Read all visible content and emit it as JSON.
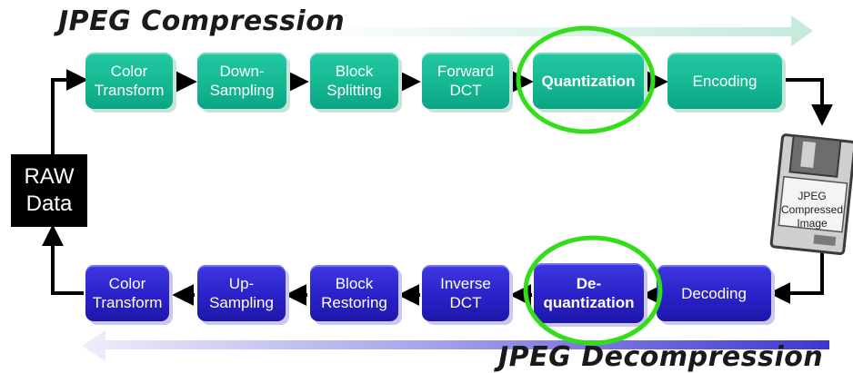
{
  "titles": {
    "compression": "JPEG Compression",
    "decompression": "JPEG Decompression"
  },
  "raw_data_label": "RAW\nData",
  "compression_steps": [
    {
      "label": "Color\nTransform"
    },
    {
      "label": "Down-\nSampling"
    },
    {
      "label": "Block\nSplitting"
    },
    {
      "label": "Forward\nDCT"
    },
    {
      "label": "Quantization",
      "highlighted": true
    },
    {
      "label": "Encoding"
    }
  ],
  "decompression_steps": [
    {
      "label": "Color\nTransform"
    },
    {
      "label": "Up-\nSampling"
    },
    {
      "label": "Block\nRestoring"
    },
    {
      "label": "Inverse\nDCT"
    },
    {
      "label": "De-\nquantization",
      "highlighted": true
    },
    {
      "label": "Decoding"
    }
  ],
  "compressed_image_label": "JPEG\nCompressed\nImage",
  "colors": {
    "compression_block": "#16b892",
    "decompression_block": "#2a22c8",
    "highlight_ring": "#33dd1a",
    "top_arrow": "#d5f1e6",
    "bottom_arrow": "#4644d2"
  },
  "icons": {
    "compressed_image": "floppy-disk-icon"
  }
}
